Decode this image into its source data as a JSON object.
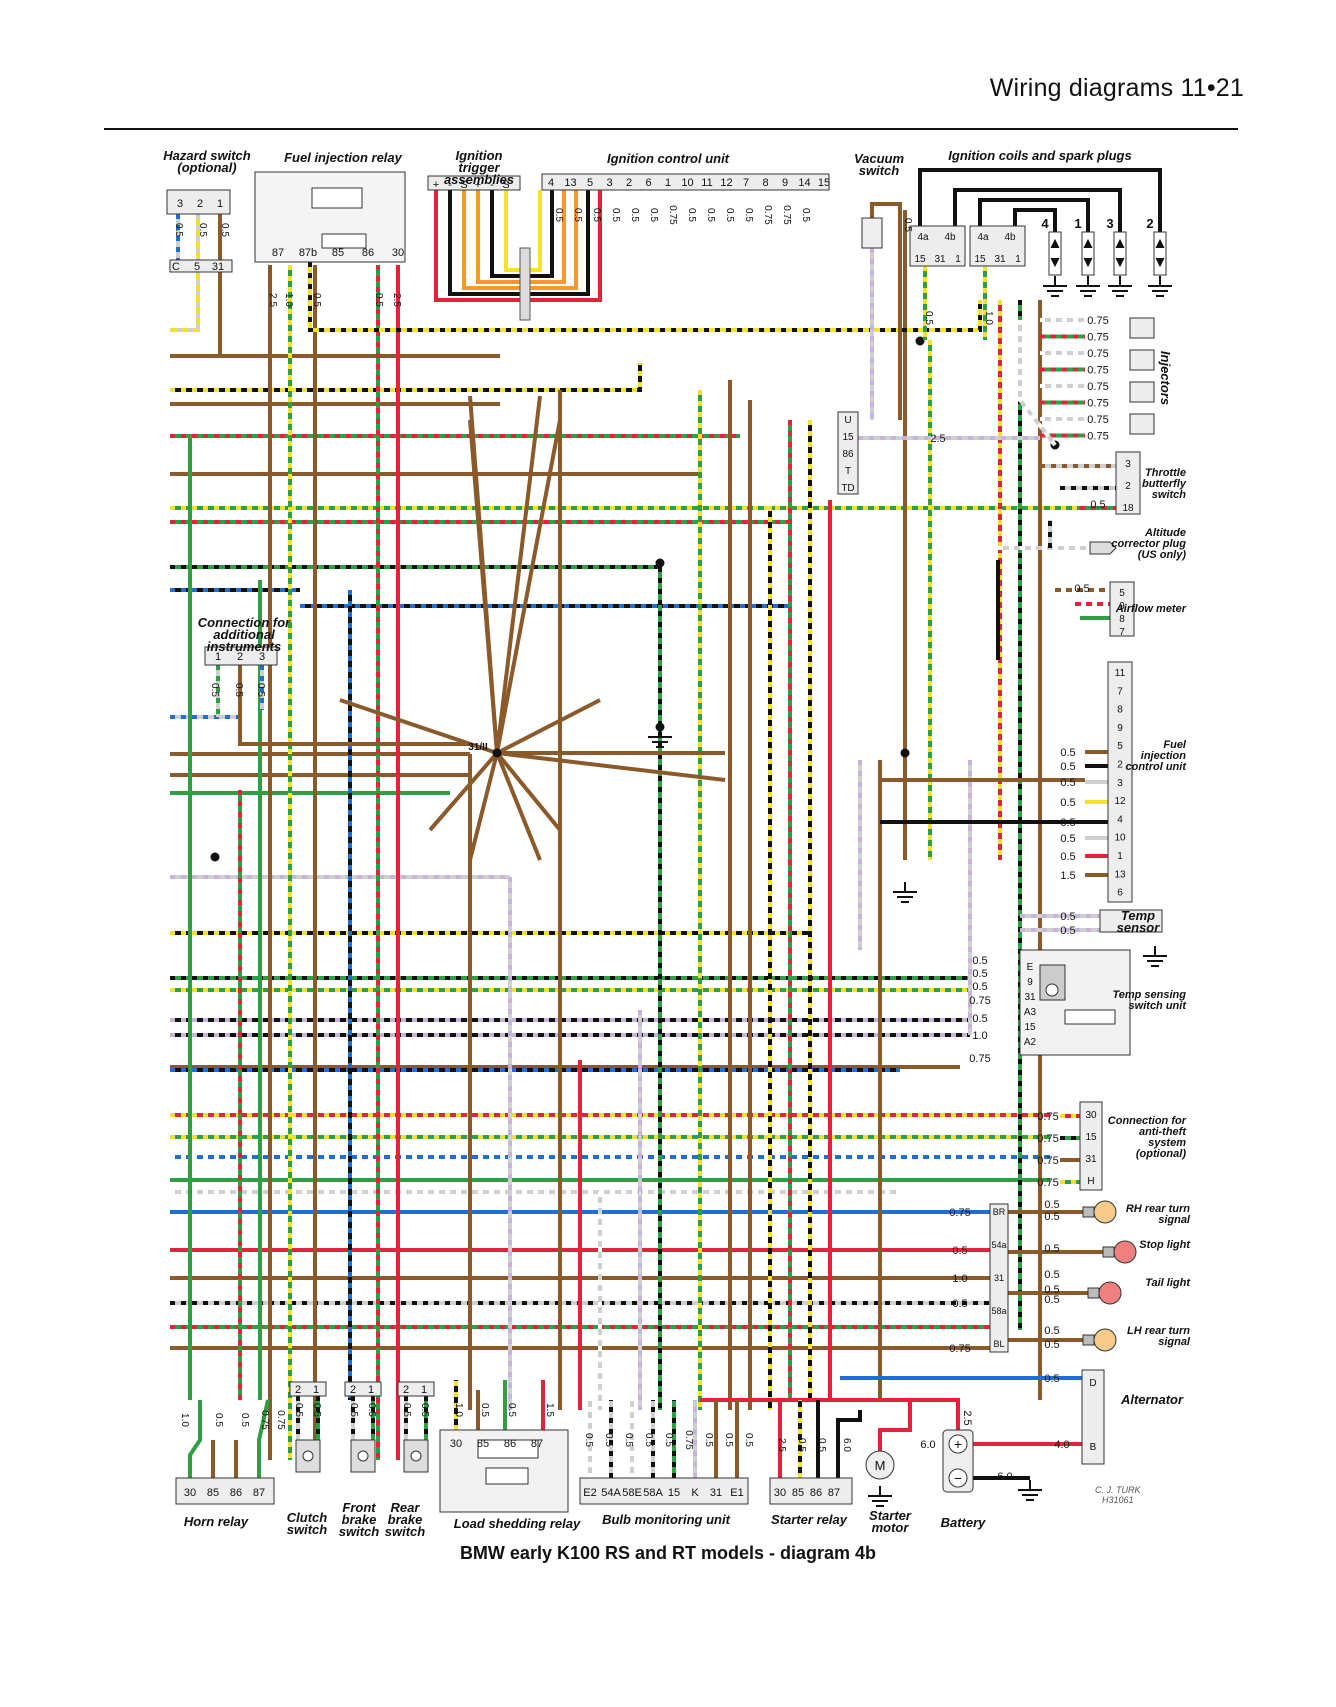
{
  "header": {
    "title": "Wiring diagrams  11•21"
  },
  "diagram_title": "BMW early K100 RS and RT models - diagram 4b",
  "credit": {
    "line1": "C. J. TURK",
    "line2": "H31061"
  },
  "components": {
    "hazard_switch": {
      "label": "Hazard switch (optional)",
      "pins": [
        "3",
        "2",
        "1"
      ],
      "wire_sizes": [
        "0.5",
        "0.5",
        "0.5"
      ],
      "lower_pins": [
        "C",
        "5",
        "31"
      ]
    },
    "fuel_injection_relay": {
      "label": "Fuel injection relay",
      "pins": [
        "87",
        "87b",
        "85",
        "86",
        "30"
      ]
    },
    "ignition_trigger": {
      "label": "Ignition trigger assemblies",
      "pins": [
        "+",
        "-",
        "S",
        "+",
        "-",
        "S"
      ]
    },
    "ignition_control_unit": {
      "label": "Ignition control unit",
      "pins": [
        "4",
        "13",
        "5",
        "3",
        "2",
        "6",
        "1",
        "10",
        "11",
        "12",
        "7",
        "8",
        "9",
        "14",
        "15"
      ],
      "wire_sizes": [
        "0.5",
        "0.5",
        "0.5",
        "0.5",
        "0.5",
        "0.5",
        "0.75",
        "0.5",
        "0.5",
        "0.5",
        "0.5",
        "0.75",
        "0.75",
        "0.5"
      ]
    },
    "vacuum_switch": {
      "label": "Vacuum switch",
      "wire_size": "0.5"
    },
    "ignition_coils": {
      "label": "Ignition coils  and spark plugs",
      "coil_pins": [
        "4a",
        "4b",
        "15",
        "31",
        "1"
      ],
      "plugs": [
        "4",
        "1",
        "3",
        "2"
      ]
    },
    "injectors": {
      "label": "Injectors",
      "wire_sizes": [
        "0.75",
        "0.75",
        "0.75",
        "0.75",
        "0.75",
        "0.75",
        "0.75",
        "0.75"
      ]
    },
    "throttle_switch": {
      "label": "Throttle butterfly switch",
      "pins": [
        "3",
        "2",
        "18"
      ],
      "wire_size": "0.5"
    },
    "altitude_corrector": {
      "label": "Altitude corrector plug (US only)"
    },
    "airflow_meter": {
      "label": "Airflow meter",
      "pins": [
        "5",
        "9",
        "8",
        "7"
      ],
      "wire_size": "0.5"
    },
    "fuel_injection_control_unit": {
      "label": "Fuel injection control unit",
      "pins": [
        "11",
        "7",
        "8",
        "9",
        "5",
        "2",
        "3",
        "12",
        "4",
        "10",
        "1",
        "13",
        "6"
      ],
      "wire_sizes": [
        "0.5",
        "0.5",
        "0.5",
        "0.5",
        "0.5",
        "0.5",
        "0.5",
        "1.5"
      ]
    },
    "temp_sensor": {
      "label": "Temp sensor",
      "wire_sizes": [
        "0.5",
        "0.5"
      ]
    },
    "temp_sensing_switch": {
      "label": "Temp sensing switch unit",
      "pins": [
        "E",
        "9",
        "31",
        "A3",
        "15",
        "A2"
      ],
      "wire_sizes": [
        "0.5",
        "0.5",
        "0.5",
        "0.75",
        "0.5",
        "1.0",
        "0.75"
      ]
    },
    "anti_theft": {
      "label": "Connection for anti-theft system (optional)",
      "pins": [
        "30",
        "15",
        "31",
        "H"
      ],
      "wire_sizes": [
        "0.75",
        "0.75",
        "0.75",
        "0.75"
      ]
    },
    "rear_lights": {
      "pins": [
        "BR",
        "54a",
        "31",
        "58a",
        "BL"
      ],
      "wire_sizes": [
        "0.75",
        "0.5",
        "1.0",
        "0.5",
        "0.75"
      ],
      "rh_turn": "RH rear turn signal",
      "stop": "Stop light",
      "tail": "Tail light",
      "lh_turn": "LH rear turn signal"
    },
    "alternator": {
      "label": "Alternator",
      "pins": [
        "D",
        "B"
      ],
      "wire_sizes": [
        "0.5",
        "4.0"
      ]
    },
    "battery": {
      "label": "Battery",
      "wire_sizes": [
        "2.5",
        "6.0",
        "6.0"
      ]
    },
    "starter_motor": {
      "label": "Starter motor",
      "symbol": "M"
    },
    "starter_relay": {
      "label": "Starter relay",
      "pins": [
        "30",
        "85",
        "86",
        "87"
      ],
      "wire_sizes": [
        "2.5",
        "0.5",
        "0.5",
        "6.0"
      ]
    },
    "bulb_monitoring": {
      "label": "Bulb monitoring unit",
      "pins": [
        "E2",
        "54A",
        "58E",
        "58A",
        "15",
        "K",
        "31",
        "E1"
      ],
      "wire_sizes": [
        "0.5",
        "0.5",
        "0.5",
        "0.5",
        "0.5",
        "0.75",
        "0.5",
        "0.5",
        "0.5"
      ]
    },
    "load_shedding": {
      "label": "Load shedding relay",
      "pins": [
        "30",
        "85",
        "86",
        "87"
      ],
      "wire_sizes": [
        "1.0",
        "0.5",
        "0.5",
        "1.5"
      ]
    },
    "rear_brake": {
      "label": "Rear brake switch",
      "pins": [
        "2",
        "1"
      ],
      "wire_sizes": [
        "0.5",
        "0.5"
      ]
    },
    "front_brake": {
      "label": "Front brake switch",
      "pins": [
        "2",
        "1"
      ],
      "wire_sizes": [
        "0.5",
        "0.5"
      ]
    },
    "clutch": {
      "label": "Clutch switch",
      "pins": [
        "2",
        "1"
      ],
      "wire_sizes": [
        "0.5",
        "0.5"
      ]
    },
    "horn_relay": {
      "label": "Horn relay",
      "pins": [
        "30",
        "85",
        "86",
        "87"
      ],
      "wire_sizes": [
        "1.0",
        "0.5",
        "0.5",
        "0.75",
        "0.75"
      ]
    },
    "additional_instruments": {
      "label": "Connection for additional instruments",
      "pins": [
        "1",
        "2",
        "3"
      ],
      "wire_sizes": [
        "0.5",
        "0.5",
        "0.5"
      ]
    },
    "connector_U": {
      "pins": [
        "U",
        "15",
        "86",
        "T",
        "TD"
      ],
      "wire_size": "2.5"
    },
    "junction": {
      "label": "31/II"
    },
    "relay_wire_sizes": [
      "2.5",
      "1.0",
      "0.5",
      "0.5",
      "2.5"
    ],
    "coil_wire_sizes": [
      "0.5",
      "1.0"
    ]
  },
  "colors": {
    "brown": "#8a5a2b",
    "green": "#2ea043",
    "red": "#e0243a",
    "yellow": "#f4e12a",
    "black": "#111111",
    "blue": "#1f6fd1",
    "violet": "#c8b3dc",
    "grey": "#cfcfcf",
    "orange": "#f39a2b",
    "white": "#ffffff",
    "component": "#e8e8e8"
  }
}
